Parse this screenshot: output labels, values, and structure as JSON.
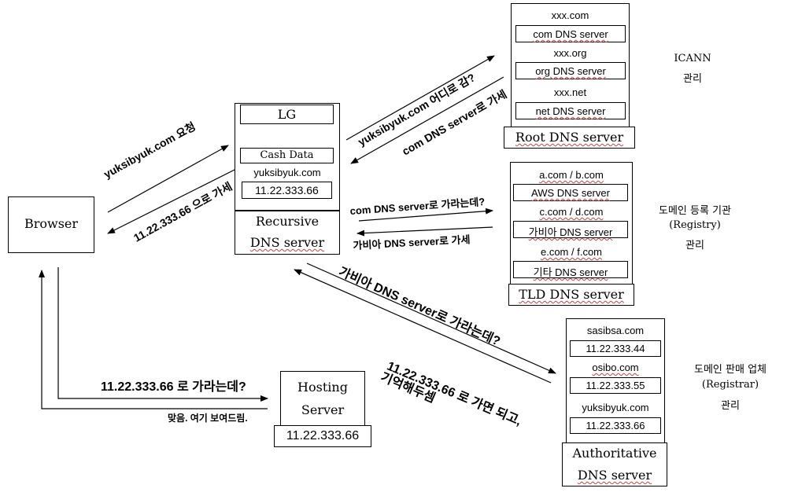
{
  "browser": {
    "label": "Browser"
  },
  "recursive": {
    "title": "LG",
    "cache_label": "Cash Data",
    "cache_domain": "yuksibyuk.com",
    "cache_ip": "11.22.333.66",
    "name_line1": "Recursive",
    "name_line2": "DNS server"
  },
  "root": {
    "items": [
      {
        "domain": "xxx.com",
        "server": "com DNS server"
      },
      {
        "domain": "xxx.org",
        "server": "org DNS server"
      },
      {
        "domain": "xxx.net",
        "server": "net DNS server"
      }
    ],
    "name": "Root DNS server",
    "note_line1": "ICANN",
    "note_line2": "관리"
  },
  "tld": {
    "items": [
      {
        "domain": "a.com / b.com",
        "server": "AWS DNS server"
      },
      {
        "domain": "c.com / d.com",
        "server": "가비아 DNS server"
      },
      {
        "domain": "e.com / f.com",
        "server": "기타 DNS server"
      }
    ],
    "name": "TLD DNS server",
    "note_line1": "도메인 등록 기관",
    "note_line2": "(Registry)",
    "note_line3": "관리"
  },
  "authoritative": {
    "items": [
      {
        "domain": "sasibsa.com",
        "ip": "11.22.333.44"
      },
      {
        "domain": "osibo.com",
        "ip": "11.22.333.55"
      },
      {
        "domain": "yuksibyuk.com",
        "ip": "11.22.333.66"
      }
    ],
    "name_line1": "Authoritative",
    "name_line2": "DNS server",
    "note_line1": "도메인 판매 업체",
    "note_line2": "(Registrar)",
    "note_line3": "관리"
  },
  "hosting": {
    "name_line1": "Hosting",
    "name_line2": "Server",
    "ip": "11.22.333.66"
  },
  "messages": {
    "browser_request": "yuksibyuk.com 요청",
    "browser_reply": "11.22.333.66 으로 가세",
    "root_query": "yuksibyuk.com 어디로 감?",
    "root_reply": "com DNS server로 가세",
    "tld_query": "com DNS server로 가라는데?",
    "tld_reply": "가비아 DNS server로 가세",
    "auth_query": "가비아 DNS server로 가라는데?",
    "auth_reply_line1": "11.22.333.66 로 가면 되고,",
    "auth_reply_line2": "기억해두셈",
    "hosting_query": "11.22.333.66 로 가라는데?",
    "hosting_reply": "맞음. 여기 보여드림."
  }
}
